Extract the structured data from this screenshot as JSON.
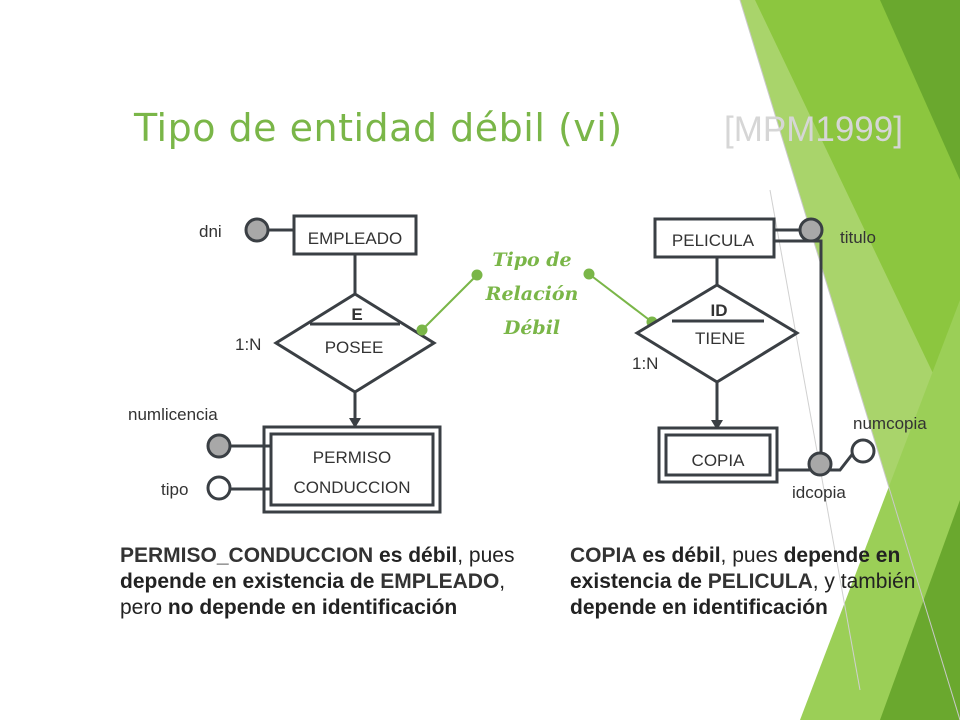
{
  "slide": {
    "title": "Tipo de entidad débil (vi)",
    "reference": "[MPM1999]",
    "accent_color": "#7ab648"
  },
  "diagram": {
    "weak_relation_label": [
      "Tipo de",
      "Relación",
      "Débil"
    ],
    "left": {
      "entity": "EMPLEADO",
      "entity_attribute": "dni",
      "relationship": "POSEE",
      "dependency": "E",
      "cardinality": "1:N",
      "weak_entity": [
        "PERMISO",
        "CONDUCCION"
      ],
      "weak_attributes": [
        "numlicencia",
        "tipo"
      ]
    },
    "right": {
      "entity": "PELICULA",
      "entity_attribute": "titulo",
      "relationship": "TIENE",
      "dependency": "ID",
      "cardinality": "1:N",
      "weak_entity": "COPIA",
      "weak_attributes": [
        "numcopia",
        "idcopia"
      ]
    }
  },
  "captions": {
    "left": {
      "p1": "PERMISO_CONDUCCION",
      "p2": " es ",
      "p3": "débil",
      "p4": ", pues ",
      "p5": "depende en existencia de",
      "p6": " EMPLEADO",
      "p7": ", pero ",
      "p8": "no depende en identificación"
    },
    "right": {
      "p1": "COPIA",
      "p2": " es débil",
      "p3": ", pues ",
      "p4": "depende en existencia de",
      "p5": " PELICULA",
      "p6": ", y también ",
      "p7": "depende en identificación"
    }
  }
}
